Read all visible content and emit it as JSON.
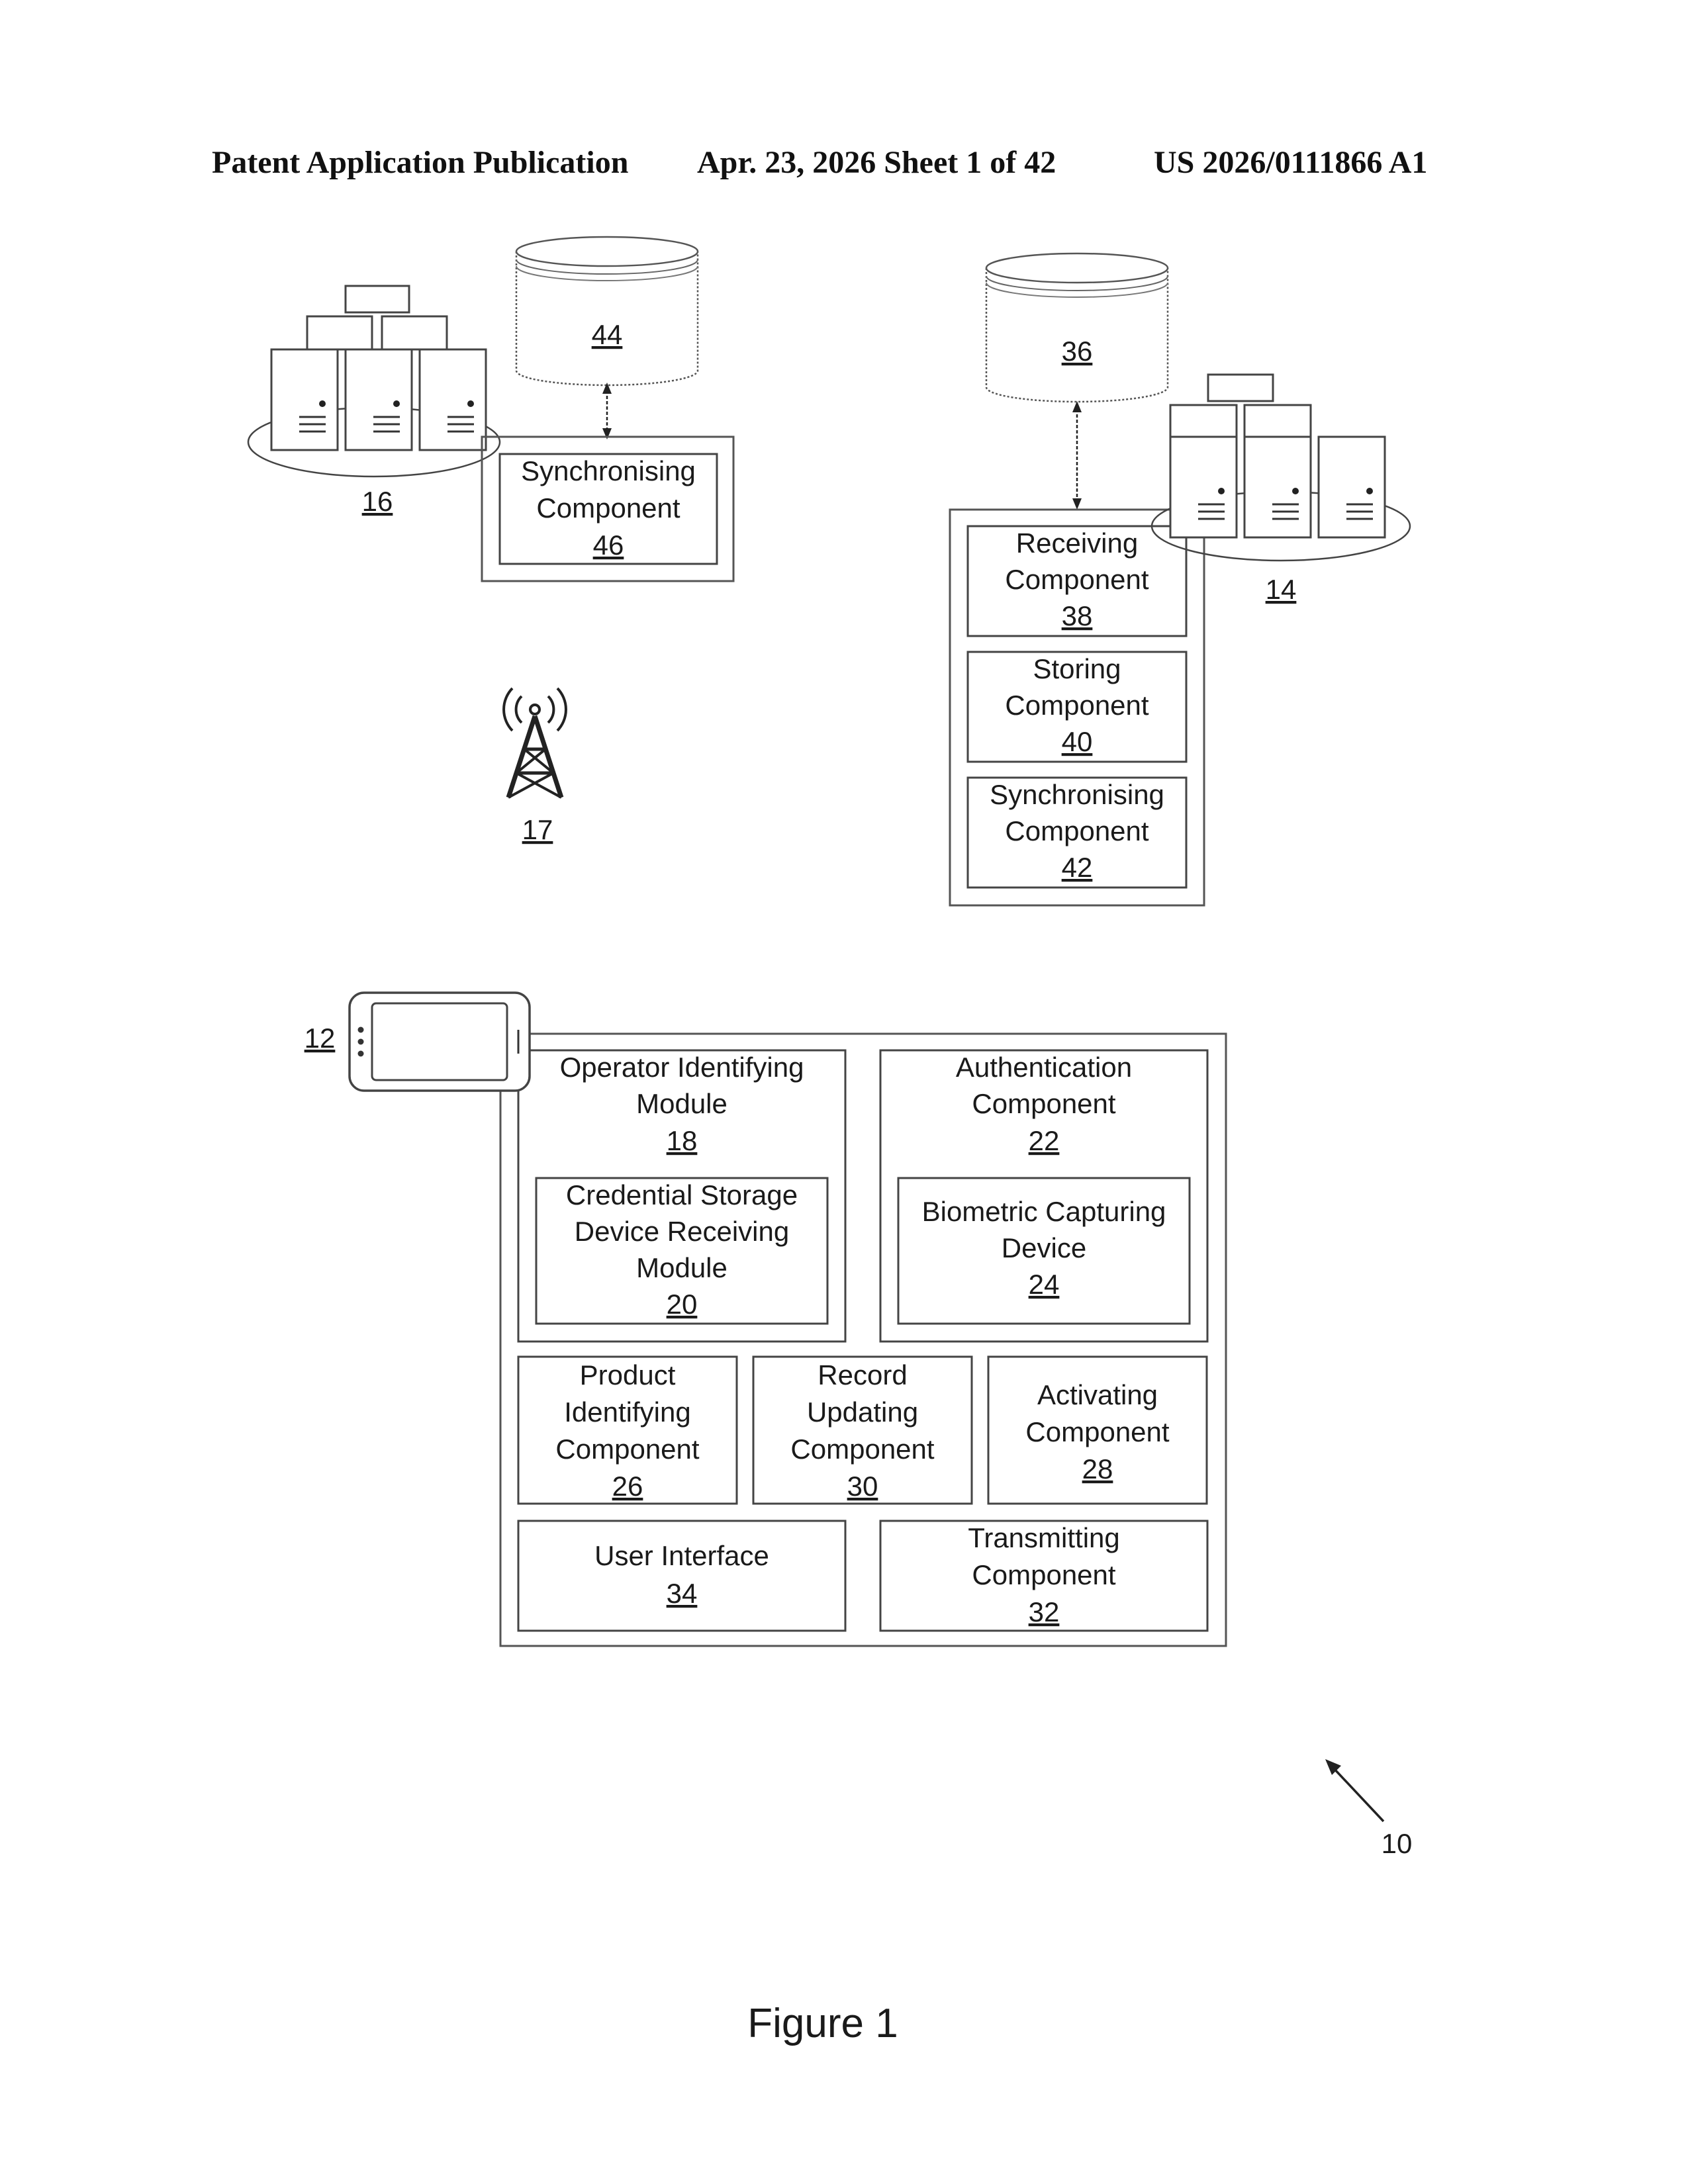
{
  "header": {
    "left": "Patent Application Publication",
    "center": "Apr. 23, 2026  Sheet 1 of 42",
    "right": "US 2026/0111866 A1"
  },
  "refs": {
    "server_group_left": "16",
    "database_left": "44",
    "sync_left_line1": "Synchronising",
    "sync_left_line2": "Component",
    "sync_left_ref": "46",
    "tower": "17",
    "database_right": "36",
    "server_group_right": "14",
    "receiving_line1": "Receiving",
    "receiving_line2": "Component",
    "receiving_ref": "38",
    "storing_line1": "Storing",
    "storing_line2": "Component",
    "storing_ref": "40",
    "sync_right_line1": "Synchronising",
    "sync_right_line2": "Component",
    "sync_right_ref": "42",
    "device": "12",
    "operator_line1": "Operator Identifying",
    "operator_line2": "Module",
    "operator_ref": "18",
    "credential_line1": "Credential Storage",
    "credential_line2": "Device Receiving",
    "credential_line3": "Module",
    "credential_ref": "20",
    "auth_line1": "Authentication",
    "auth_line2": "Component",
    "auth_ref": "22",
    "biometric_line1": "Biometric Capturing",
    "biometric_line2": "Device",
    "biometric_ref": "24",
    "product_line1": "Product",
    "product_line2": "Identifying",
    "product_line3": "Component",
    "product_ref": "26",
    "record_line1": "Record",
    "record_line2": "Updating",
    "record_line3": "Component",
    "record_ref": "30",
    "activating_line1": "Activating",
    "activating_line2": "Component",
    "activating_ref": "28",
    "ui_line1": "User Interface",
    "ui_ref": "34",
    "transmit_line1": "Transmitting",
    "transmit_line2": "Component",
    "transmit_ref": "32",
    "system": "10"
  },
  "caption": "Figure 1"
}
